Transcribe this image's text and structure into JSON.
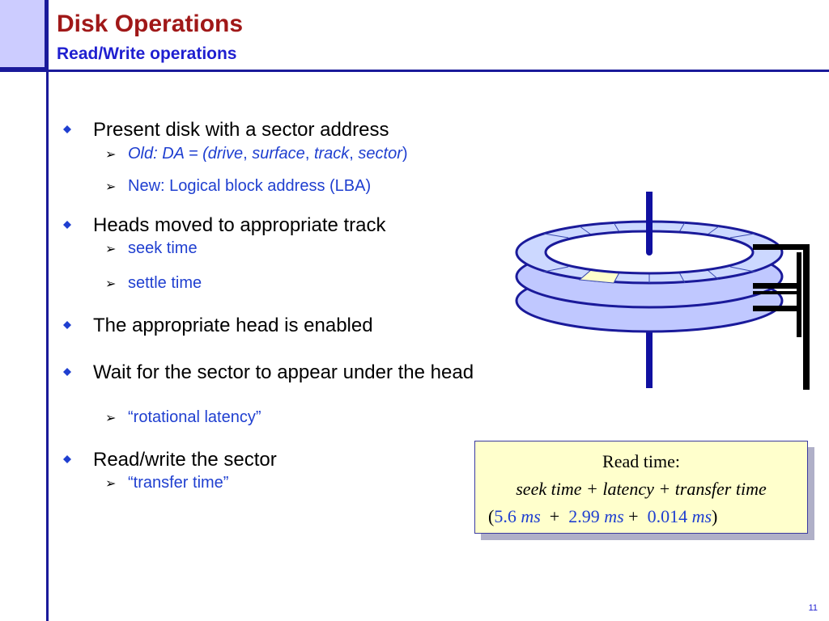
{
  "header": {
    "title": "Disk Operations",
    "subtitle": "Read/Write operations"
  },
  "bullets": [
    {
      "text": "Present disk with a sector address",
      "subs": [
        {
          "prefix": "Old: DA = (",
          "parts": [
            "drive",
            ", ",
            "surface",
            ", ",
            "track",
            ", ",
            "sector",
            ")"
          ]
        },
        {
          "text": "New: Logical block address (LBA)"
        }
      ]
    },
    {
      "text": "Heads moved to appropriate track",
      "subs": [
        {
          "text": "seek time"
        },
        {
          "text": "settle time"
        }
      ]
    },
    {
      "text": "The appropriate head is enabled"
    },
    {
      "text": "Wait for the sector to appear under the head",
      "subs": [
        {
          "text": "“rotational latency”"
        }
      ]
    },
    {
      "text": "Read/write the sector",
      "subs": [
        {
          "text": "“transfer time”"
        }
      ]
    }
  ],
  "read_box": {
    "line1": "Read time:",
    "line2": "seek time + latency + transfer time",
    "open": "(",
    "seek_val": "5.6",
    "unit": "ms",
    "plus": "+",
    "latency_val": "2.99",
    "transfer_val": "0.014",
    "close": ")"
  },
  "page_number": "11",
  "colors": {
    "title": "#a01818",
    "accent": "#1f1fd0",
    "bullet": "#1f3fd0",
    "platter": "#c0c8ff",
    "highlight_sector": "#ffffcc"
  }
}
